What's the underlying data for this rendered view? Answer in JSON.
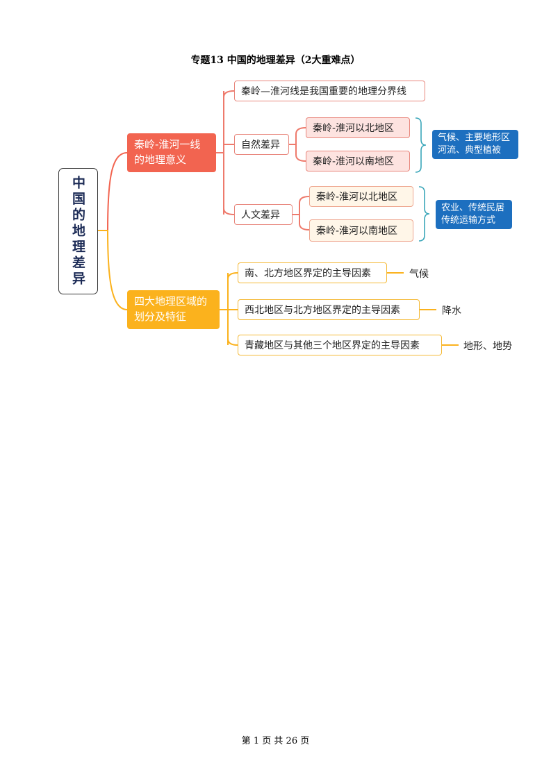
{
  "title": "专题13  中国的地理差异（2大重难点）",
  "root": "中国的地理差异",
  "branch1": {
    "label": "秦岭-淮河一线的地理意义",
    "line": "秦岭—淮河线是我国重要的地理分界线",
    "natural": {
      "label": "自然差异",
      "north": "秦岭-淮河以北地区",
      "south": "秦岭-淮河以南地区",
      "summary": "气候、主要地形区河流、典型植被"
    },
    "human": {
      "label": "人文差异",
      "north": "秦岭-淮河以北地区",
      "south": "秦岭-淮河以南地区",
      "summary": "农业、传统民居传统运输方式"
    }
  },
  "branch2": {
    "label": "四大地理区域的划分及特征",
    "items": [
      {
        "text": "南、北方地区界定的主导因素",
        "factor": "气候"
      },
      {
        "text": "西北地区与北方地区界定的主导因素",
        "factor": "降水"
      },
      {
        "text": "青藏地区与其他三个地区界定的主导因素",
        "factor": "地形、地势"
      }
    ]
  },
  "footer": "第 1 页 共 26 页",
  "colors": {
    "red": "#f26450",
    "orange": "#fbb21d",
    "blue": "#1d6fbf",
    "teal": "#3aa6b9"
  }
}
